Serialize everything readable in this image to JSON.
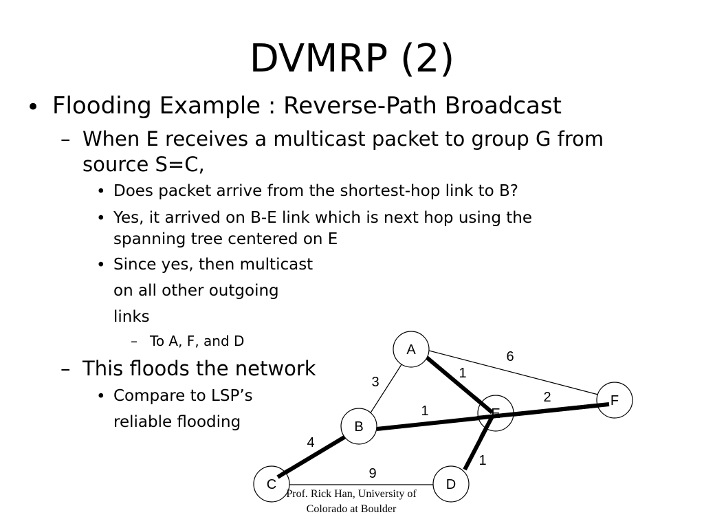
{
  "slide": {
    "title": "DVMRP (2)",
    "bullets": {
      "b1": {
        "marker": "•",
        "text": "Flooding Example : Reverse-Path Broadcast"
      },
      "b1_1": {
        "marker": "–",
        "line1": "When E receives a multicast packet to group G from",
        "line2": "source S=C,"
      },
      "b1_1_1": {
        "marker": "•",
        "text": "Does packet arrive from the shortest-hop link to B?"
      },
      "b1_1_2": {
        "marker": "•",
        "line1": "Yes, it arrived on B-E link which is next hop using the",
        "line2": "spanning tree centered on E"
      },
      "b1_1_3": {
        "marker": "•",
        "line1": "Since yes, then multicast",
        "line2": "on all other outgoing",
        "line3": "links"
      },
      "b1_1_3_1": {
        "marker": "–",
        "text": "To A, F, and D"
      },
      "b1_2": {
        "marker": "–",
        "text": "This floods the network"
      },
      "b1_2_1": {
        "marker": "•",
        "line1": "Compare to LSP’s",
        "line2": "reliable flooding"
      }
    },
    "footer": {
      "line1": "Prof. Rick Han, University of",
      "line2": "Colorado at Boulder"
    }
  },
  "graph": {
    "nodes": {
      "A": "A",
      "B": "B",
      "C": "C",
      "D": "D",
      "E": "E",
      "F": "F"
    },
    "edges": {
      "AB": {
        "weight": "3",
        "highlighted": false
      },
      "AE": {
        "weight": "1",
        "highlighted": true
      },
      "AF": {
        "weight": "6",
        "highlighted": false
      },
      "BE": {
        "weight": "1",
        "highlighted": true
      },
      "EF": {
        "weight": "2",
        "highlighted": true
      },
      "BC": {
        "weight": "4",
        "highlighted": true
      },
      "ED": {
        "weight": "1",
        "highlighted": true
      },
      "CD": {
        "weight": "9",
        "highlighted": false
      }
    }
  }
}
